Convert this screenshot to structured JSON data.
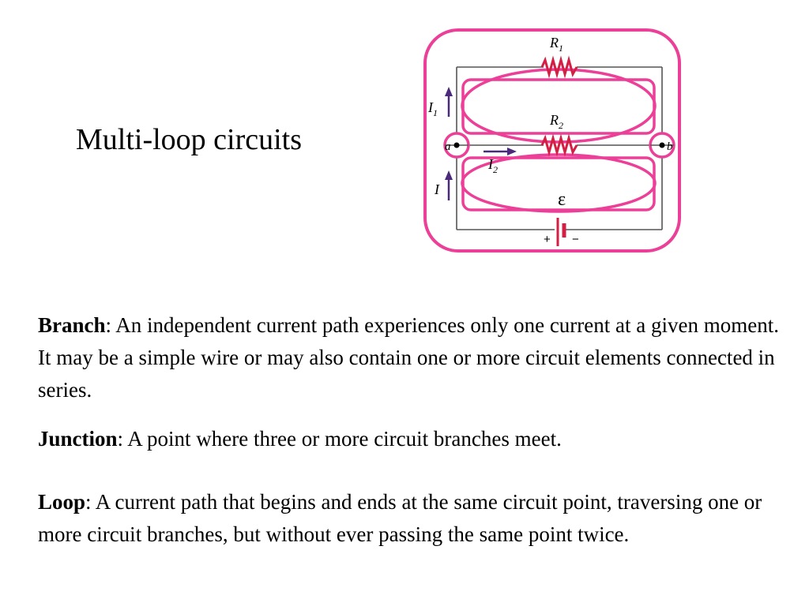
{
  "slide": {
    "title": "Multi-loop circuits"
  },
  "diagram": {
    "labels": {
      "r1_main": "R",
      "r1_sub": "1",
      "r2_main": "R",
      "r2_sub": "2",
      "i1_main": "I",
      "i1_sub": "1",
      "i2_main": "I",
      "i2_sub": "2",
      "i_main": "I",
      "node_a": "a",
      "node_b": "b",
      "emf": "ε",
      "plus": "+",
      "minus": "−"
    },
    "colors": {
      "highlight": "#ec3f97",
      "resistor": "#d41f45",
      "arrow": "#4b2a7b",
      "wire": "#555555"
    }
  },
  "definitions": {
    "branch_term": "Branch",
    "branch_text": ": An independent current path experiences only one current at a given moment. It may be a simple wire or may also contain one or more circuit elements connected in series.",
    "junction_term": "Junction",
    "junction_text": ": A point where three or more circuit branches meet.",
    "loop_term": "Loop",
    "loop_text": ": A current path that begins and ends at the same circuit point, traversing one or more circuit branches, but without ever passing the same point twice."
  }
}
